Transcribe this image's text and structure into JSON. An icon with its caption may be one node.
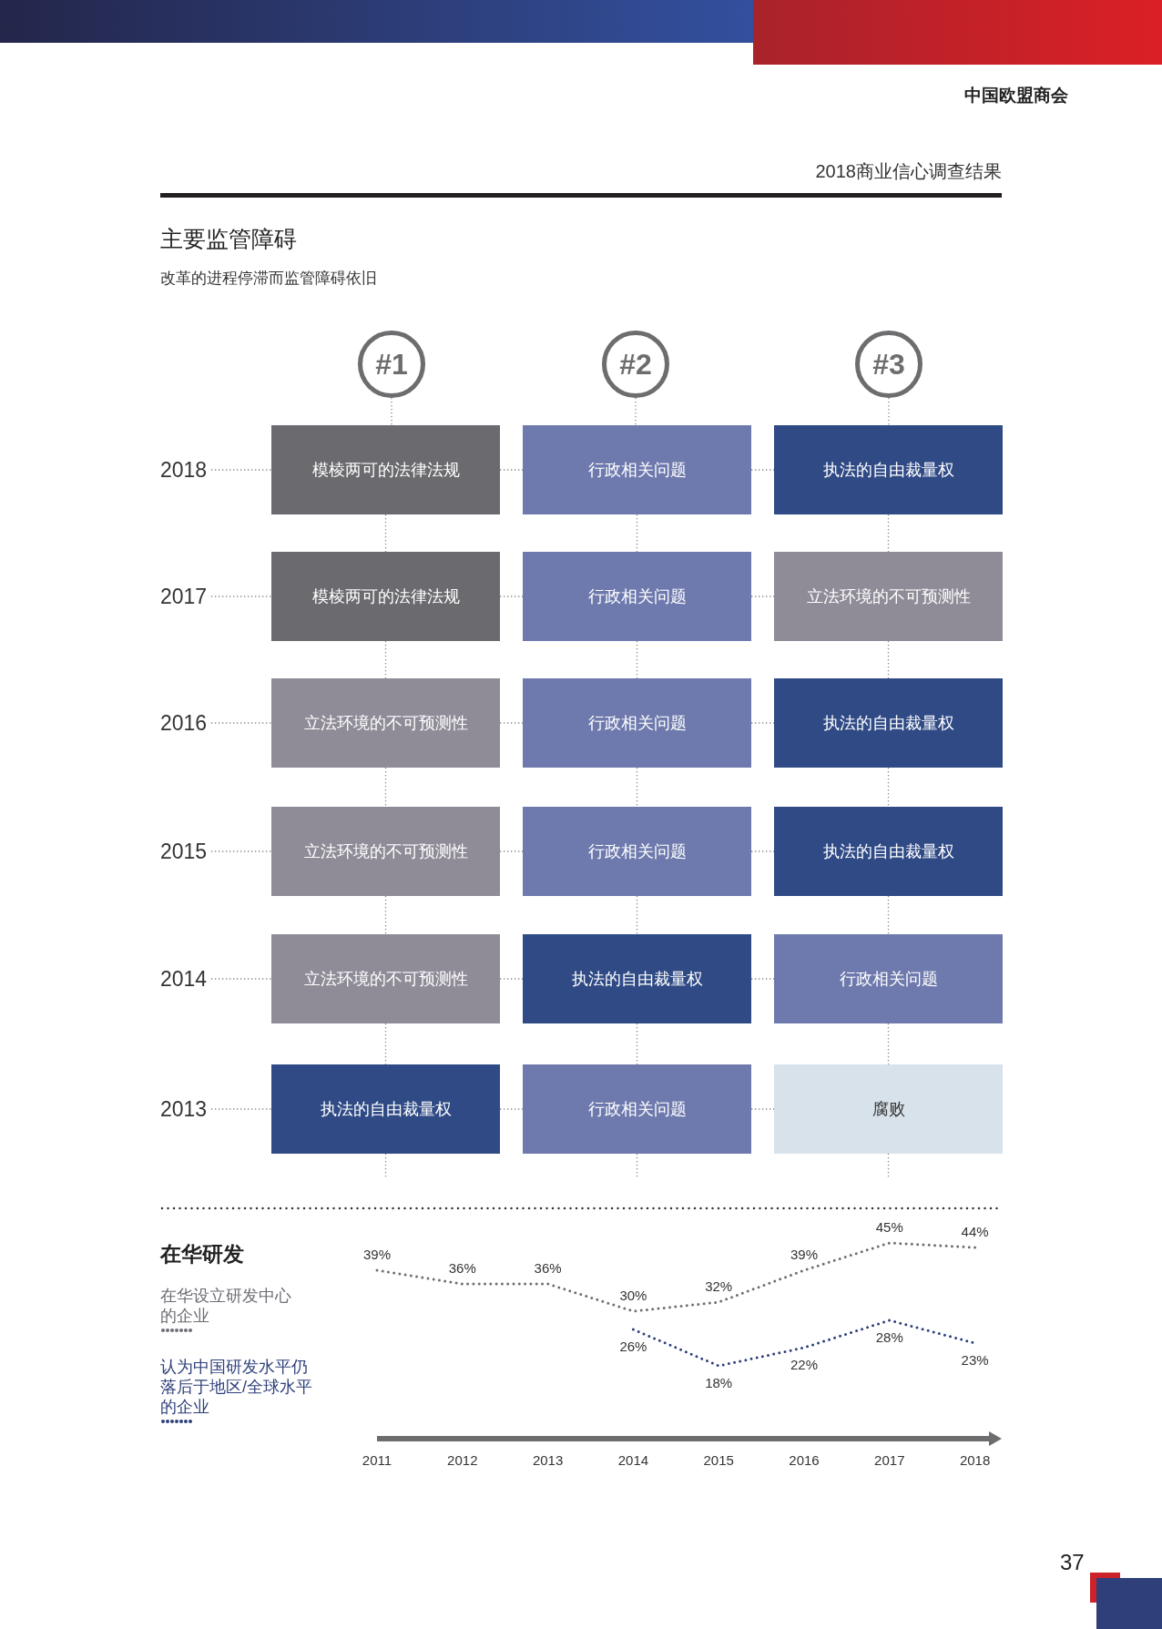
{
  "diagram": {
    "title": "主要监管障碍",
    "nodes": [
      {
        "text": [
          "#1"
        ]
      },
      {
        "text": [
          "#2"
        ]
      },
      {
        "text": [
          "#3"
        ]
      },
      {
        "text": [
          "2018"
        ]
      },
      {
        "text": [
          "模棱两可的法律法规"
        ]
      },
      {
        "text": [
          "行政相关问题"
        ]
      },
      {
        "text": [
          "执法的自由裁量权"
        ]
      },
      {
        "text": [
          "2017"
        ]
      },
      {
        "text": [
          "模棱两可的法律法规"
        ]
      },
      {
        "text": [
          "行政相关问题"
        ]
      },
      {
        "text": [
          "立法环境的不可预测性"
        ]
      },
      {
        "text": [
          "2016"
        ]
      },
      {
        "text": [
          "立法环境的不可预测性"
        ]
      },
      {
        "text": [
          "行政相关问题"
        ]
      },
      {
        "text": [
          "执法的自由裁量权"
        ]
      },
      {
        "text": [
          "2015"
        ]
      },
      {
        "text": [
          "立法环境的不可预测性"
        ]
      },
      {
        "text": [
          "行政相关问题"
        ]
      },
      {
        "text": [
          "执法的自由裁量权"
        ]
      },
      {
        "text": [
          "2014"
        ]
      },
      {
        "text": [
          "立法环境的不可预测性"
        ]
      },
      {
        "text": [
          "执法的自由裁量权"
        ]
      },
      {
        "text": [
          "行政相关问题"
        ]
      },
      {
        "text": [
          "2013"
        ]
      },
      {
        "text": [
          "执法的自由裁量权"
        ]
      },
      {
        "text": [
          "行政相关问题"
        ]
      },
      {
        "text": [
          "腐败"
        ]
      }
    ],
    "edges": [
      {
        "from": 0,
        "to": 4,
        "arrow": "none",
        "style": "dashed"
      },
      {
        "from": 1,
        "to": 5,
        "arrow": "none",
        "style": "dashed"
      },
      {
        "from": 2,
        "to": 6,
        "arrow": "none",
        "style": "dashed"
      },
      {
        "from": 4,
        "to": 8,
        "arrow": "none",
        "style": "dashed"
      },
      {
        "from": 5,
        "to": 9,
        "arrow": "none",
        "style": "dashed"
      },
      {
        "from": 6,
        "to": 10,
        "arrow": "none",
        "style": "dashed"
      },
      {
        "from": 8,
        "to": 12,
        "arrow": "none",
        "style": "dashed"
      },
      {
        "from": 9,
        "to": 13,
        "arrow": "none",
        "style": "dashed"
      },
      {
        "from": 10,
        "to": 14,
        "arrow": "none",
        "style": "dashed"
      },
      {
        "from": 12,
        "to": 16,
        "arrow": "none",
        "style": "dashed"
      },
      {
        "from": 13,
        "to": 17,
        "arrow": "none",
        "style": "dashed"
      },
      {
        "from": 14,
        "to": 18,
        "arrow": "none",
        "style": "dashed"
      },
      {
        "from": 16,
        "to": 20,
        "arrow": "none",
        "style": "dashed"
      },
      {
        "from": 17,
        "to": 21,
        "arrow": "none",
        "style": "dashed"
      },
      {
        "from": 18,
        "to": 22,
        "arrow": "none",
        "style": "dashed"
      },
      {
        "from": 20,
        "to": 24,
        "arrow": "none",
        "style": "dashed"
      },
      {
        "from": 21,
        "to": 25,
        "arrow": "none",
        "style": "dashed"
      },
      {
        "from": 22,
        "to": 26,
        "arrow": "none",
        "style": "dashed"
      },
      {
        "from": 24,
        "to": null,
        "arrow": "none",
        "style": "dashed"
      },
      {
        "from": 25,
        "to": null,
        "arrow": "none",
        "style": "dashed"
      },
      {
        "from": 26,
        "to": null,
        "arrow": "none",
        "style": "dashed"
      },
      {
        "from": 3,
        "to": 4,
        "arrow": "none",
        "style": "dashed"
      },
      {
        "from": 4,
        "to": 5,
        "arrow": "none",
        "style": "dashed"
      },
      {
        "from": 5,
        "to": 6,
        "arrow": "none",
        "style": "dashed"
      },
      {
        "from": 7,
        "to": 8,
        "arrow": "none",
        "style": "dashed"
      },
      {
        "from": 8,
        "to": 9,
        "arrow": "none",
        "style": "dashed"
      },
      {
        "from": 9,
        "to": 10,
        "arrow": "none",
        "style": "dashed"
      },
      {
        "from": 11,
        "to": 12,
        "arrow": "none",
        "style": "dashed"
      },
      {
        "from": 12,
        "to": 13,
        "arrow": "none",
        "style": "dashed"
      },
      {
        "from": 13,
        "to": 14,
        "arrow": "none",
        "style": "dashed"
      },
      {
        "from": 15,
        "to": 16,
        "arrow": "none",
        "style": "dashed"
      },
      {
        "from": 16,
        "to": 17,
        "arrow": "none",
        "style": "dashed"
      },
      {
        "from": 17,
        "to": 18,
        "arrow": "none",
        "style": "dashed"
      },
      {
        "from": 19,
        "to": 20,
        "arrow": "none",
        "style": "dashed"
      },
      {
        "from": 20,
        "to": 21,
        "arrow": "none",
        "style": "dashed"
      },
      {
        "from": 21,
        "to": 22,
        "arrow": "none",
        "style": "dashed"
      },
      {
        "from": 23,
        "to": 24,
        "arrow": "none",
        "style": "dashed"
      },
      {
        "from": 24,
        "to": 25,
        "arrow": "none",
        "style": "dashed"
      },
      {
        "from": 25,
        "to": 26,
        "arrow": "none",
        "style": "dashed"
      }
    ],
    "labels": [
      "中国欧盟商会",
      "2018商业信心调查结果",
      "改革的进程停滞而监管障碍依旧",
      "37"
    ],
    "chart_data": {
      "type": "line",
      "title": "在华研发",
      "categories": [
        "2011",
        "2012",
        "2013",
        "2014",
        "2015",
        "2016",
        "2017",
        "2018"
      ],
      "series": [
        {
          "name": "在华设立研发中心的企业",
          "color": "#6d6d75",
          "line_style": "dotted",
          "values": [
            39,
            36,
            36,
            30,
            32,
            39,
            45,
            44
          ],
          "value_labels": [
            "39%",
            "36%",
            "36%",
            "30%",
            "32%",
            "39%",
            "45%",
            "44%"
          ]
        },
        {
          "name": "认为中国研发水平仍落后于地区/全球水平的企业",
          "color": "#2e3f7a",
          "line_style": "dotted",
          "values": [
            null,
            null,
            null,
            26,
            18,
            22,
            28,
            23
          ],
          "value_labels": [
            null,
            null,
            null,
            "26%",
            "18%",
            "22%",
            "28%",
            "23%"
          ]
        }
      ],
      "data_labels": true
    }
  }
}
